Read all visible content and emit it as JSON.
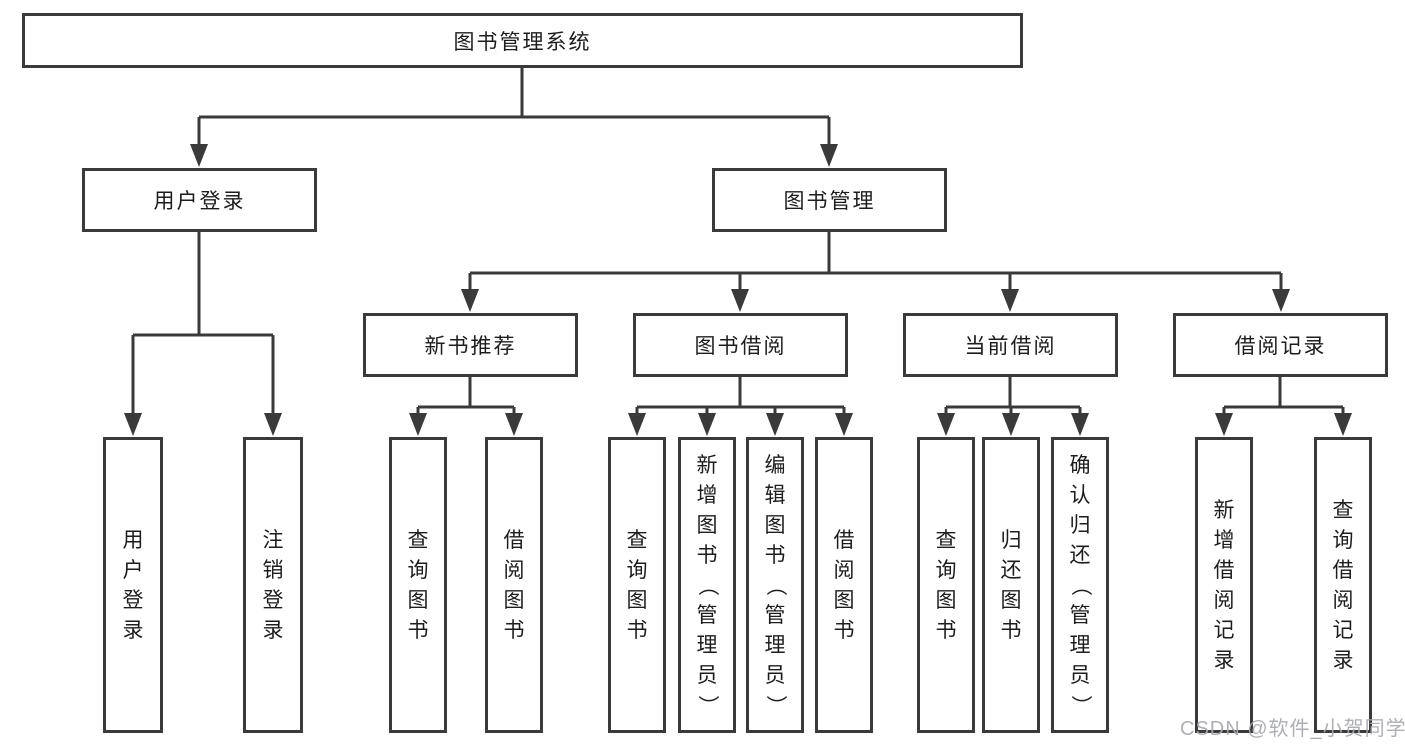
{
  "diagram": {
    "root": {
      "label": "图书管理系统"
    },
    "branches": [
      {
        "label": "用户登录",
        "children": [
          {
            "label": "用户登录"
          },
          {
            "label": "注销登录"
          }
        ]
      },
      {
        "label": "图书管理",
        "children": [
          {
            "label": "新书推荐",
            "children": [
              {
                "label": "查询图书"
              },
              {
                "label": "借阅图书"
              }
            ]
          },
          {
            "label": "图书借阅",
            "children": [
              {
                "label": "查询图书"
              },
              {
                "label": "新增图书（管理员）"
              },
              {
                "label": "编辑图书（管理员）"
              },
              {
                "label": "借阅图书"
              }
            ]
          },
          {
            "label": "当前借阅",
            "children": [
              {
                "label": "查询图书"
              },
              {
                "label": "归还图书"
              },
              {
                "label": "确认归还（管理员）"
              }
            ]
          },
          {
            "label": "借阅记录",
            "children": [
              {
                "label": "新增借阅记录"
              },
              {
                "label": "查询借阅记录"
              }
            ]
          }
        ]
      }
    ]
  },
  "watermark": {
    "text": "CSDN @软件_小贺同学"
  },
  "colors": {
    "line": "#3a3a3a",
    "box_border": "#3a3a3a",
    "box_fill": "#ffffff",
    "text": "#1d1d1d",
    "watermark": "#a7a9ae"
  }
}
